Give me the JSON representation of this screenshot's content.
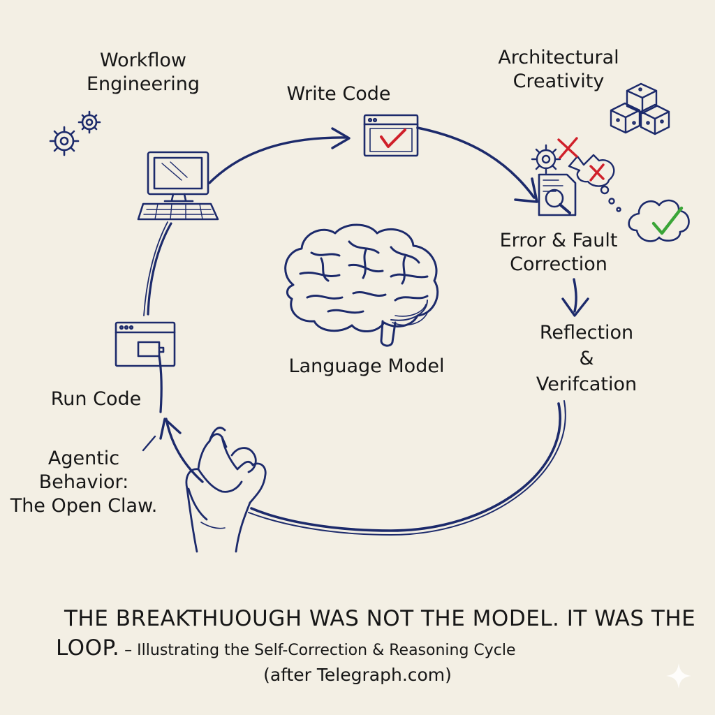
{
  "diagram": {
    "center_label": "Language Model",
    "nodes": {
      "write_code": "Write Code",
      "error_correction": [
        "Error & Fault",
        "Correction"
      ],
      "reflection": [
        "Reflection",
        "&",
        "Verifcation"
      ],
      "run_code": "Run Code",
      "workflow_engineering": [
        "Workflow",
        "Engineering"
      ],
      "architectural_creativity": [
        "Architectural",
        "Creativity"
      ],
      "agentic_behavior": [
        "Agentic",
        "Behavior:",
        "The Open Claw."
      ]
    },
    "caption": {
      "line1": "THE BREAKTHUOUGH WAS NOT THE MODEL. IT WAS THE",
      "line2_main": "LOOP.",
      "line2_sub": " – Illustrating the Self-Correction & Reasoning Cycle",
      "line3": "(after Telegraph.com)"
    }
  },
  "colors": {
    "background": "#f3efe4",
    "ink": "#1c2a6b",
    "check_red": "#d0202a",
    "check_green": "#3aa537",
    "text": "#161616"
  },
  "icons": [
    "gears-icon",
    "computer-icon",
    "code-window-icon",
    "red-check-icon",
    "blocks-icon",
    "gear-error-icon",
    "document-search-icon",
    "cloud-check-icon",
    "brain-icon",
    "app-window-icon",
    "hand-icon"
  ]
}
